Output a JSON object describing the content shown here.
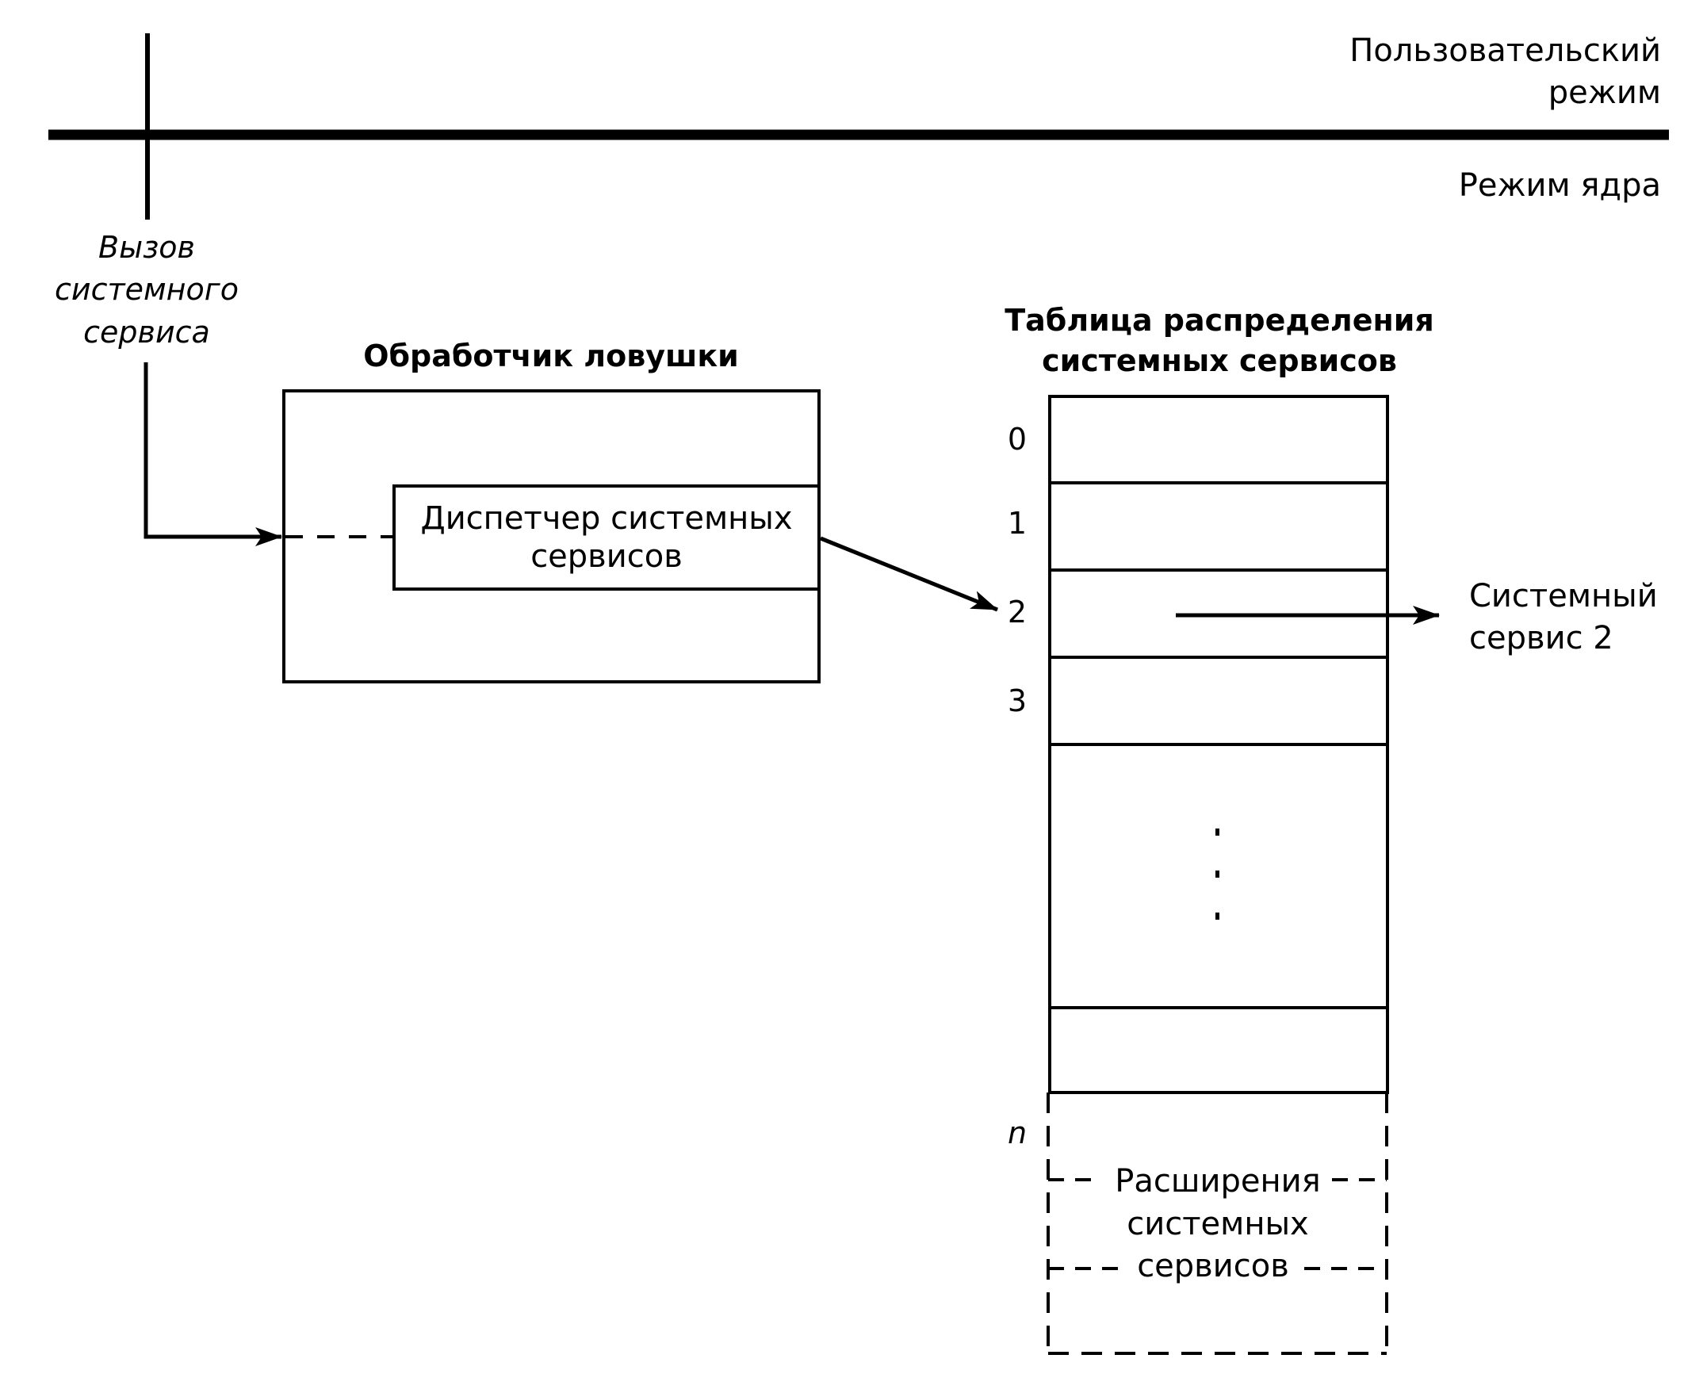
{
  "modes": {
    "user_mode": [
      "Пользовательский",
      "режим"
    ],
    "kernel_mode": "Режим ядра"
  },
  "system_call": {
    "label": [
      "Вызов",
      "системного",
      "сервиса"
    ]
  },
  "trap_handler": {
    "title": "Обработчик ловушки",
    "dispatcher": [
      "Диспетчер системных",
      "сервисов"
    ]
  },
  "dispatch_table": {
    "title": [
      "Таблица распределения",
      "системных сервисов"
    ],
    "indices": [
      "0",
      "1",
      "2",
      "3"
    ],
    "last_index": "n",
    "ellipsis": "...",
    "extensions": [
      "Расширения",
      "системных",
      "сервисов"
    ]
  },
  "target": {
    "label": [
      "Системный",
      "сервис 2"
    ]
  },
  "colors": {
    "ink": "#000000",
    "background": "#ffffff"
  }
}
